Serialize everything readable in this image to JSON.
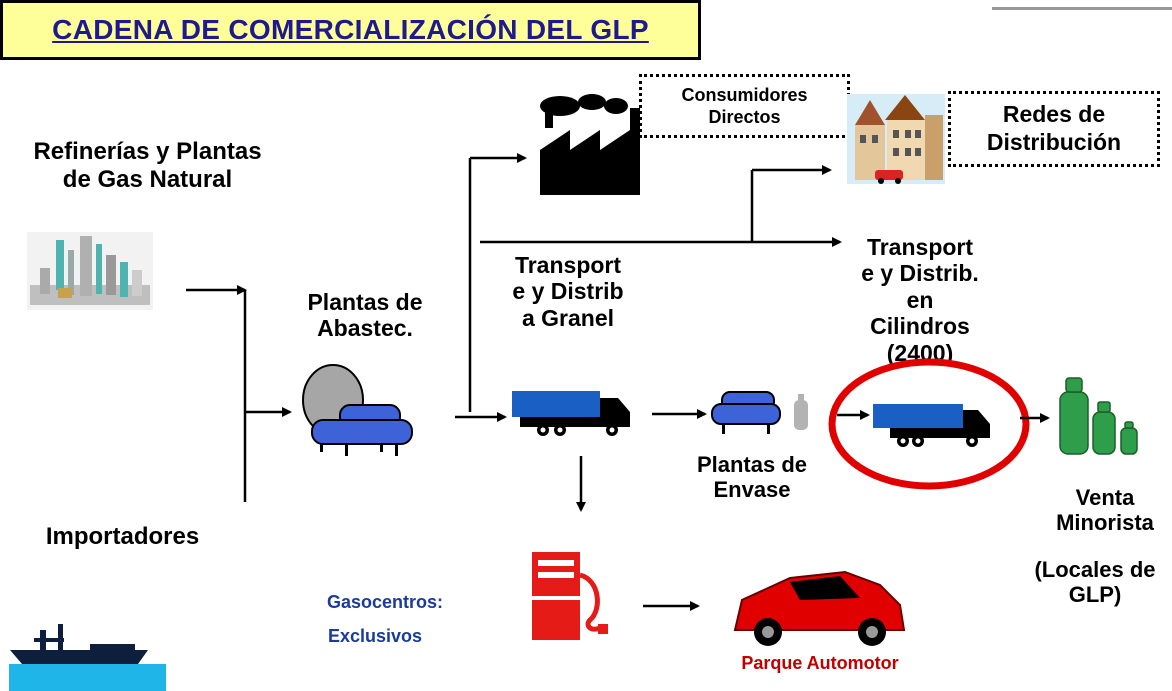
{
  "title": "CADENA DE COMERCIALIZACIÓN DEL GLP",
  "nodes": {
    "refinerias": "Refinerías y Plantas\nde Gas Natural",
    "importadores": "Importadores",
    "plantas_abastec": "Plantas de\nAbastec.",
    "transporte_granel": "Transport\ne y Distrib\na Granel",
    "consumidores_directos": "Consumidores\nDirectos",
    "redes_distribucion": "Redes de\nDistribución",
    "transporte_cilindros": "Transport\ne y Distrib.\nen\nCilindros\n(2400)",
    "plantas_envase": "Plantas de\nEnvase",
    "venta_minorista": "Venta\nMinorista",
    "locales_glp": "(Locales de\nGLP)",
    "gasocentros": "Gasocentros:",
    "exclusivos": "Exclusivos",
    "parque_automotor": "Parque Automotor"
  },
  "colors": {
    "title_bg": "#ffff99",
    "title_text": "#1f1a8c",
    "truck_blue": "#1a5fc4",
    "highlight_ring": "#e00000",
    "pump_red": "#e41b17",
    "car_red": "#e00000",
    "cylinder_green": "#2e9e4a",
    "sea": "#1fb5e8"
  }
}
